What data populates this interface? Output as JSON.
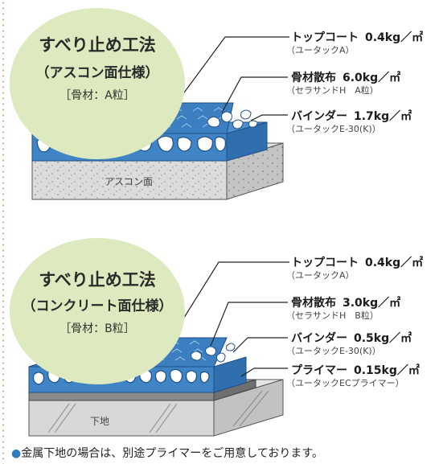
{
  "panels": [
    {
      "title": "すべり止め工法",
      "subtitle": "（アスコン面仕様）",
      "material": "［骨材：A粒］",
      "base_label": "アスコン面",
      "layers": [
        {
          "name": "トップコート",
          "amount": "0.4kg／㎡",
          "product": "（ユータックA）"
        },
        {
          "name": "骨材散布",
          "amount": "6.0kg／㎡",
          "product": "（セラサンドH　A粒）"
        },
        {
          "name": "バインダー",
          "amount": "1.7kg／㎡",
          "product": "（ユータックE-30(K)）"
        }
      ]
    },
    {
      "title": "すべり止め工法",
      "subtitle": "（コンクリート面仕様）",
      "material": "［骨材：B粒］",
      "base_label": "下地",
      "layers": [
        {
          "name": "トップコート",
          "amount": "0.4kg／㎡",
          "product": "（ユータックA）"
        },
        {
          "name": "骨材散布",
          "amount": "3.0kg／㎡",
          "product": "（セラサンドH　B粒）"
        },
        {
          "name": "バインダー",
          "amount": "0.5kg／㎡",
          "product": "（ユータックE-30(K)）"
        },
        {
          "name": "プライマー",
          "amount": "0.15kg／㎡",
          "product": "（ユータックECプライマー）"
        }
      ]
    }
  ],
  "footnote": "金属下地の場合は、別途プライマーをご用意しております。",
  "colors": {
    "badge": "#dde9bf",
    "coating_blue": "#3f84c4",
    "coating_dark": "#2563a6",
    "aggregate_white": "#ffffff",
    "asphalt_gray": "#d9d9d9",
    "concrete_gray": "#cfcfcf",
    "primer_gray": "#8a8a8a",
    "footnote_bullet": "#2e7bbf"
  }
}
